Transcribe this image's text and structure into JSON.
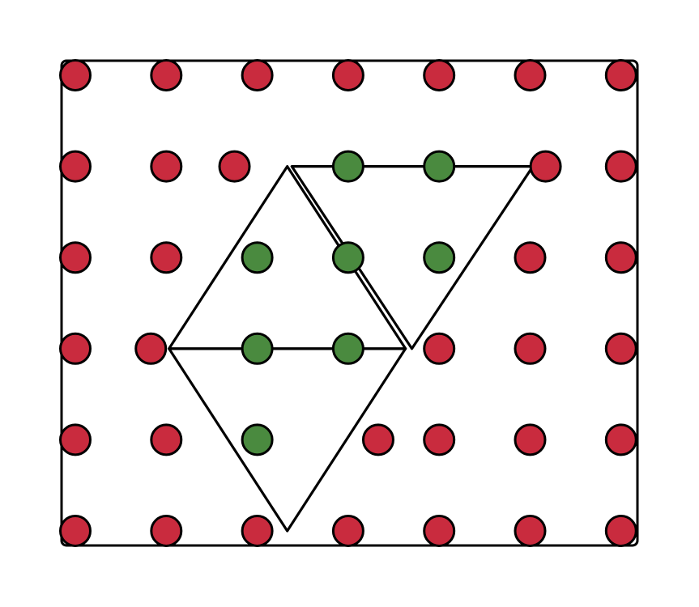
{
  "colors": {
    "background": "#ffffff",
    "stroke": "#000000",
    "dot_outside": "#c92b3e",
    "dot_inside": "#4a8a3f"
  },
  "diagram": {
    "grid": {
      "columns": 7,
      "rows": 6
    },
    "dots": [
      {
        "col": 0,
        "row": 0,
        "inside": false
      },
      {
        "col": 1,
        "row": 0,
        "inside": false
      },
      {
        "col": 2,
        "row": 0,
        "inside": false
      },
      {
        "col": 3,
        "row": 0,
        "inside": false
      },
      {
        "col": 4,
        "row": 0,
        "inside": false
      },
      {
        "col": 5,
        "row": 0,
        "inside": false
      },
      {
        "col": 6,
        "row": 0,
        "inside": false
      },
      {
        "col": 0,
        "row": 1,
        "inside": false
      },
      {
        "col": 1,
        "row": 1,
        "inside": false
      },
      {
        "col": 1.75,
        "row": 1,
        "inside": false
      },
      {
        "col": 3,
        "row": 1,
        "inside": true
      },
      {
        "col": 4,
        "row": 1,
        "inside": true
      },
      {
        "col": 5.17,
        "row": 1,
        "inside": false
      },
      {
        "col": 6,
        "row": 1,
        "inside": false
      },
      {
        "col": 0,
        "row": 2,
        "inside": false
      },
      {
        "col": 1,
        "row": 2,
        "inside": false
      },
      {
        "col": 2,
        "row": 2,
        "inside": true
      },
      {
        "col": 3,
        "row": 2,
        "inside": true
      },
      {
        "col": 4,
        "row": 2,
        "inside": true
      },
      {
        "col": 5,
        "row": 2,
        "inside": false
      },
      {
        "col": 6,
        "row": 2,
        "inside": false
      },
      {
        "col": 0,
        "row": 3,
        "inside": false
      },
      {
        "col": 0.83,
        "row": 3,
        "inside": false
      },
      {
        "col": 2,
        "row": 3,
        "inside": true
      },
      {
        "col": 3,
        "row": 3,
        "inside": true
      },
      {
        "col": 4,
        "row": 3,
        "inside": false
      },
      {
        "col": 5,
        "row": 3,
        "inside": false
      },
      {
        "col": 6,
        "row": 3,
        "inside": false
      },
      {
        "col": 0,
        "row": 4,
        "inside": false
      },
      {
        "col": 1,
        "row": 4,
        "inside": false
      },
      {
        "col": 2,
        "row": 4,
        "inside": true
      },
      {
        "col": 3.33,
        "row": 4,
        "inside": false
      },
      {
        "col": 4,
        "row": 4,
        "inside": false
      },
      {
        "col": 5,
        "row": 4,
        "inside": false
      },
      {
        "col": 6,
        "row": 4,
        "inside": false
      },
      {
        "col": 0,
        "row": 5,
        "inside": false
      },
      {
        "col": 1,
        "row": 5,
        "inside": false
      },
      {
        "col": 2,
        "row": 5,
        "inside": false
      },
      {
        "col": 3,
        "row": 5,
        "inside": false
      },
      {
        "col": 4,
        "row": 5,
        "inside": false
      },
      {
        "col": 5,
        "row": 5,
        "inside": false
      },
      {
        "col": 6,
        "row": 5,
        "inside": false
      }
    ],
    "triangles": [
      {
        "name": "triangle-upper-left",
        "points": [
          [
            2.33,
            1
          ],
          [
            1.03,
            3
          ],
          [
            3.63,
            3
          ]
        ]
      },
      {
        "name": "triangle-upper-right",
        "points": [
          [
            2.38,
            1
          ],
          [
            5.03,
            1
          ],
          [
            3.7,
            3
          ]
        ]
      },
      {
        "name": "triangle-lower",
        "points": [
          [
            1.03,
            3
          ],
          [
            3.63,
            3
          ],
          [
            2.33,
            5
          ]
        ]
      }
    ]
  }
}
